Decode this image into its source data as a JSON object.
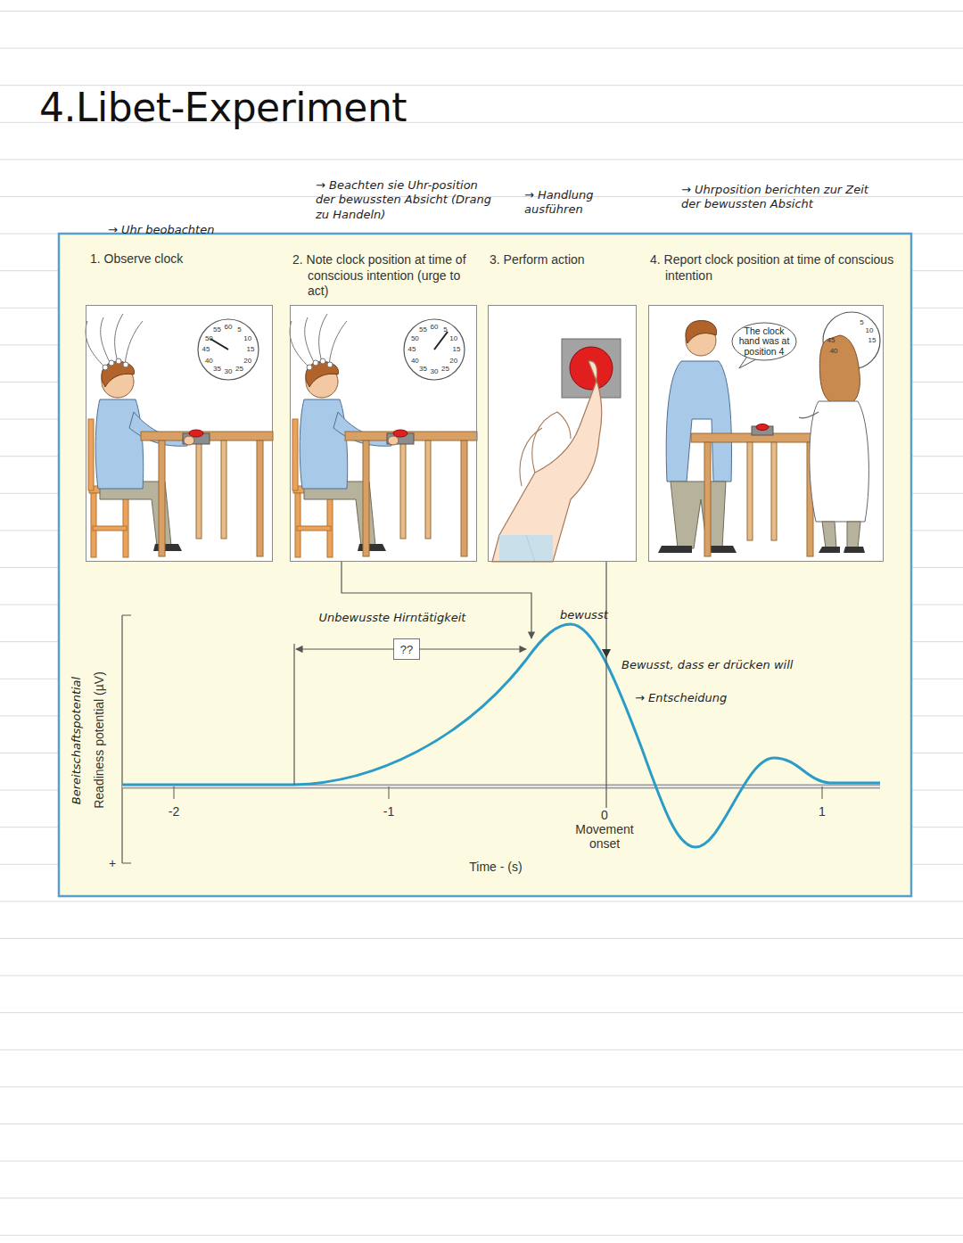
{
  "diagram": {
    "title": "4.Libet-Experiment",
    "nodes": [
      {
        "text": [
          "→ Uhr beobachten",
          "1. Observe clock"
        ]
      },
      {
        "text": [
          "→ Beachten sie Uhr-position der bewussten Absicht (Drang zu Handeln)",
          "2. Note clock position at time of conscious intention (urge to act)"
        ]
      },
      {
        "text": [
          "→ Handlung ausführen",
          "3. Perform action"
        ]
      },
      {
        "text": [
          "→ Uhrposition berichten zur Zeit der bewussten Absicht",
          "4. Report clock position at time of conscious intention"
        ]
      },
      {
        "text": [
          "The clock hand was at position 4"
        ],
        "in": 3
      },
      {
        "text": [
          "??"
        ]
      }
    ],
    "labels": [
      "Bereitschaftspotential",
      "Readiness potential (µV)",
      "+",
      "-2",
      "-1",
      "0",
      "1",
      "Movement onset",
      "Time - (s)",
      "Unbewusste Hirntätigkeit",
      "bewusst",
      "Bewusst, dass er drücken will",
      "→ Entscheidung",
      "60",
      "5",
      "10",
      "15",
      "20",
      "25",
      "30",
      "35",
      "40",
      "45",
      "50",
      "55",
      "60",
      "5",
      "10",
      "15",
      "20",
      "25",
      "30",
      "35",
      "40",
      "45",
      "50",
      "55",
      "5",
      "10",
      "15",
      "45",
      "40"
    ]
  }
}
